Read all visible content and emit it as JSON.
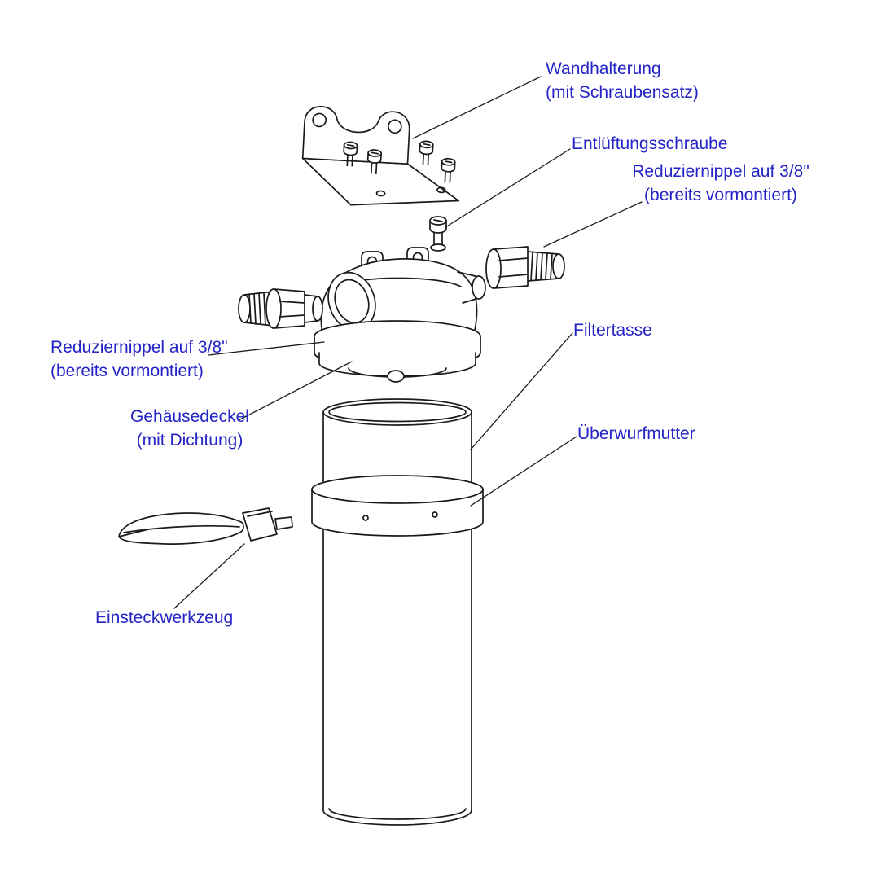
{
  "figure": {
    "type": "exploded-parts-diagram",
    "subject": "water filter housing assembly",
    "background": "#ffffff",
    "label_color": "#2323c6",
    "line_color": "#1b1b1b"
  },
  "labels": {
    "wall_bracket": {
      "line1": "Wandhalterung",
      "line2": "(mit Schraubensatz)"
    },
    "vent_screw": {
      "line1": "Entlüftungsschraube",
      "line2": ""
    },
    "reducing_nipple_right": {
      "line1": "Reduziernippel auf 3/8\"",
      "line2": "(bereits vormontiert)"
    },
    "reducing_nipple_left": {
      "line1": "Reduziernippel auf 3/8\"",
      "line2": "(bereits vormontiert)"
    },
    "filter_cup": {
      "line1": "Filtertasse",
      "line2": ""
    },
    "housing_cover": {
      "line1": "Gehäusedeckel",
      "line2": "(mit Dichtung)"
    },
    "union_nut": {
      "line1": "Überwurfmutter",
      "line2": ""
    },
    "insertion_tool": {
      "line1": "Einsteckwerkzeug",
      "line2": ""
    }
  },
  "parts": [
    "wall-bracket",
    "mounting-screws",
    "vent-screw",
    "filter-head",
    "reducing-nipple-left",
    "reducing-nipple-right",
    "housing-cover-with-gasket",
    "filter-cup",
    "union-nut",
    "insertion-tool"
  ]
}
